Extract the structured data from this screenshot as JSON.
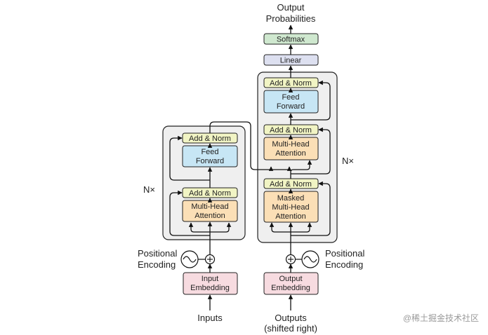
{
  "top": {
    "line1": "Output",
    "line2": "Probabilities"
  },
  "decoder_top": {
    "softmax": "Softmax",
    "linear": "Linear"
  },
  "encoder": {
    "add_norm_top": "Add & Norm",
    "ff_line1": "Feed",
    "ff_line2": "Forward",
    "add_norm_bottom": "Add & Norm",
    "mha_line1": "Multi-Head",
    "mha_line2": "Attention",
    "nx": "N×"
  },
  "decoder": {
    "add_norm_1": "Add & Norm",
    "ff_line1": "Feed",
    "ff_line2": "Forward",
    "add_norm_2": "Add & Norm",
    "mha_line1": "Multi-Head",
    "mha_line2": "Attention",
    "add_norm_3": "Add & Norm",
    "masked_line1": "Masked",
    "masked_line2": "Multi-Head",
    "masked_line3": "Attention",
    "nx": "N×"
  },
  "positional_left": {
    "line1": "Positional",
    "line2": "Encoding"
  },
  "positional_right": {
    "line1": "Positional",
    "line2": "Encoding"
  },
  "input_embedding": {
    "line1": "Input",
    "line2": "Embedding"
  },
  "output_embedding": {
    "line1": "Output",
    "line2": "Embedding"
  },
  "inputs_label": "Inputs",
  "outputs_label": {
    "line1": "Outputs",
    "line2": "(shifted right)"
  },
  "watermark": "@稀土掘金技术社区",
  "colors": {
    "softmax": "#cfe8cf",
    "linear": "#dde0f0",
    "add_norm": "#f1f4c4",
    "feed_forward": "#c7e6f5",
    "attention": "#fbdfb6",
    "embedding": "#f7dbe0",
    "stack_bg": "#efefef"
  }
}
